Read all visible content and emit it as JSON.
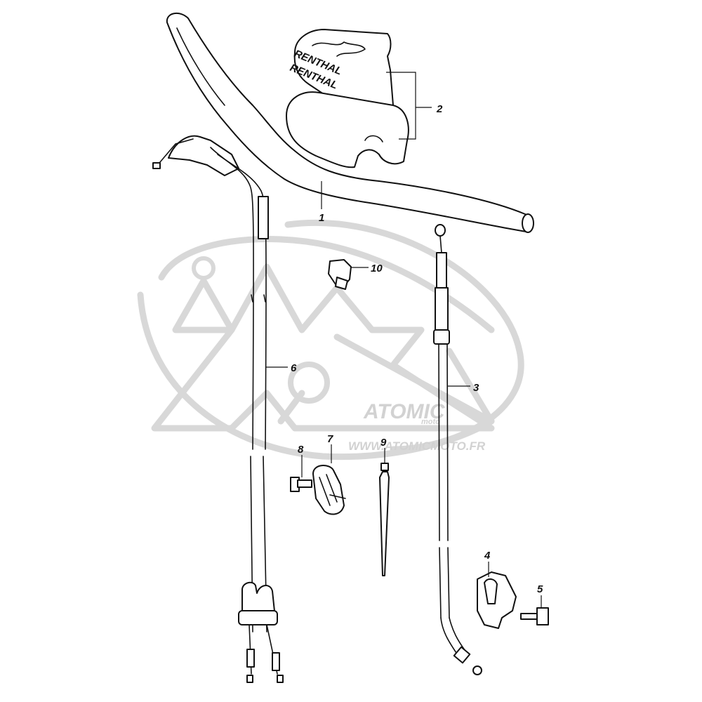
{
  "watermark": {
    "logo_text": "ATOMIC",
    "logo_subtext": "moto",
    "url": "WWW.ATOMICMOTO.FR",
    "color": "#d8d8d8"
  },
  "pad_brand": "RENTHAL",
  "callouts": [
    {
      "id": "1",
      "label": "1"
    },
    {
      "id": "2",
      "label": "2"
    },
    {
      "id": "3",
      "label": "3"
    },
    {
      "id": "4",
      "label": "4"
    },
    {
      "id": "5",
      "label": "5"
    },
    {
      "id": "6",
      "label": "6"
    },
    {
      "id": "7",
      "label": "7"
    },
    {
      "id": "8",
      "label": "8"
    },
    {
      "id": "9",
      "label": "9"
    },
    {
      "id": "10",
      "label": "10"
    }
  ]
}
